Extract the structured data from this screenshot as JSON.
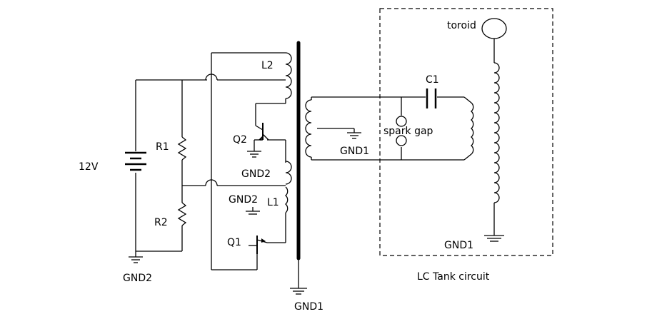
{
  "labels": {
    "battery": "12V",
    "r1": "R1",
    "r2": "R2",
    "q1": "Q1",
    "q2": "Q2",
    "l1": "L1",
    "l2": "L2",
    "c1": "C1",
    "gnd2_left": "GND2",
    "gnd2_q2": "GND2",
    "gnd2_l1": "GND2",
    "gnd1_core": "GND1",
    "gnd1_primary": "GND1",
    "gnd1_secondary": "GND1",
    "spark_gap": "spark gap",
    "toroid": "toroid",
    "tank": "LC Tank circuit"
  }
}
